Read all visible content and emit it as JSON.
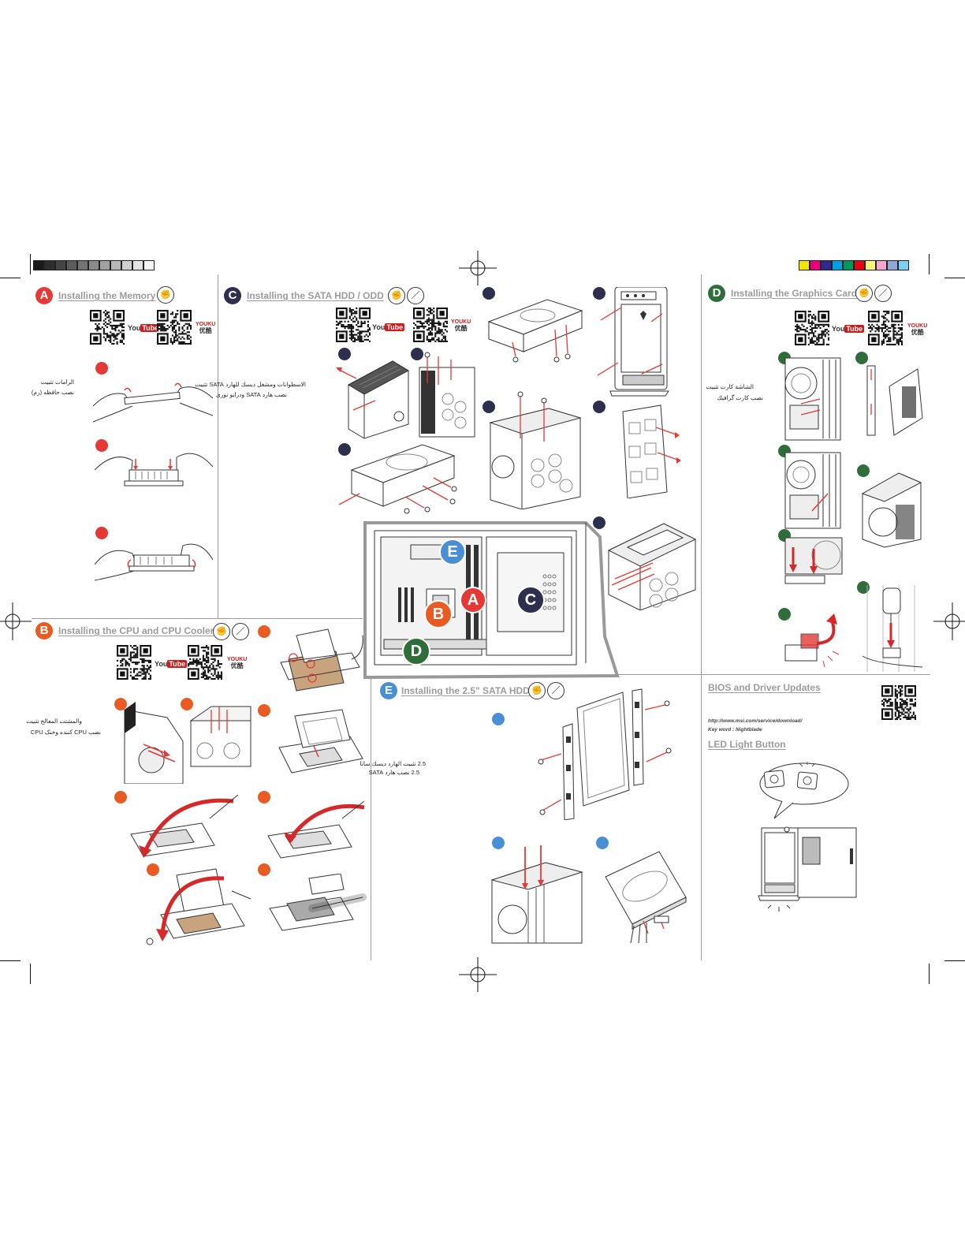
{
  "sections": {
    "memory": {
      "letter": "A",
      "title": "Installing the Memory",
      "rtl_line1": "الرامات تثبيت",
      "rtl_line2": "نصب حافظه (رم)",
      "color": "#e53935"
    },
    "cpu": {
      "letter": "B",
      "title": "Installing the CPU and CPU Cooler",
      "rtl_line1": "والمشتت المعالج تثبيت",
      "rtl_line2": "نصب CPU كننده وخنک CPU",
      "color": "#ea5b24"
    },
    "sata": {
      "letter": "C",
      "title": "Installing the SATA HDD / ODD",
      "rtl_line1": "الاسطوانات ومشغل ديسك للهارد SATA تثبيت",
      "rtl_line2": "نصب هارد SATA ودرايو نوری",
      "color": "#2e2e4f"
    },
    "graphics": {
      "letter": "D",
      "title": "Installing the Graphics Card",
      "rtl_line1": "الشاشة كارت تثبيت",
      "rtl_line2": "نصب كارت گرافيك",
      "color": "#2f6e3a"
    },
    "hdd25": {
      "letter": "E",
      "title": "Installing the 2.5\" SATA HDD",
      "rtl_line1": "2.5 تثبيت الهارد ديسك ساتا",
      "rtl_line2": "2.5 نصب هارد SATA",
      "color": "#4a8fd6"
    }
  },
  "bios": {
    "title": "BIOS and Driver Updates",
    "url": "http://www.msi.com/service/download/",
    "keyword": "Key word : Nightblade"
  },
  "led": {
    "title": "LED Light Button"
  },
  "video": {
    "youtube_you": "You",
    "youtube_tube": "Tube",
    "youku_brand": "YOUKU",
    "youku_cn": "优酷"
  },
  "overview_labels": [
    "A",
    "B",
    "C",
    "D",
    "E"
  ],
  "tools": {
    "hand_icon": "grip-hand-icon",
    "screwdriver_icon": "screwdriver-icon"
  },
  "color_bar": {
    "gray": [
      "#1a1a1a",
      "#2e2e2e",
      "#454545",
      "#5c5c5c",
      "#737373",
      "#8a8a8a",
      "#a1a1a1",
      "#b8b8b8",
      "#cfcfcf",
      "#e3e3e3",
      "#f5f5f5"
    ],
    "color": [
      "#f2e500",
      "#e6007e",
      "#2d2a8c",
      "#00a0e0",
      "#00975a",
      "#e30613",
      "#fff57a",
      "#f5a8cc",
      "#8fa8d6",
      "#7fd0f0"
    ]
  }
}
